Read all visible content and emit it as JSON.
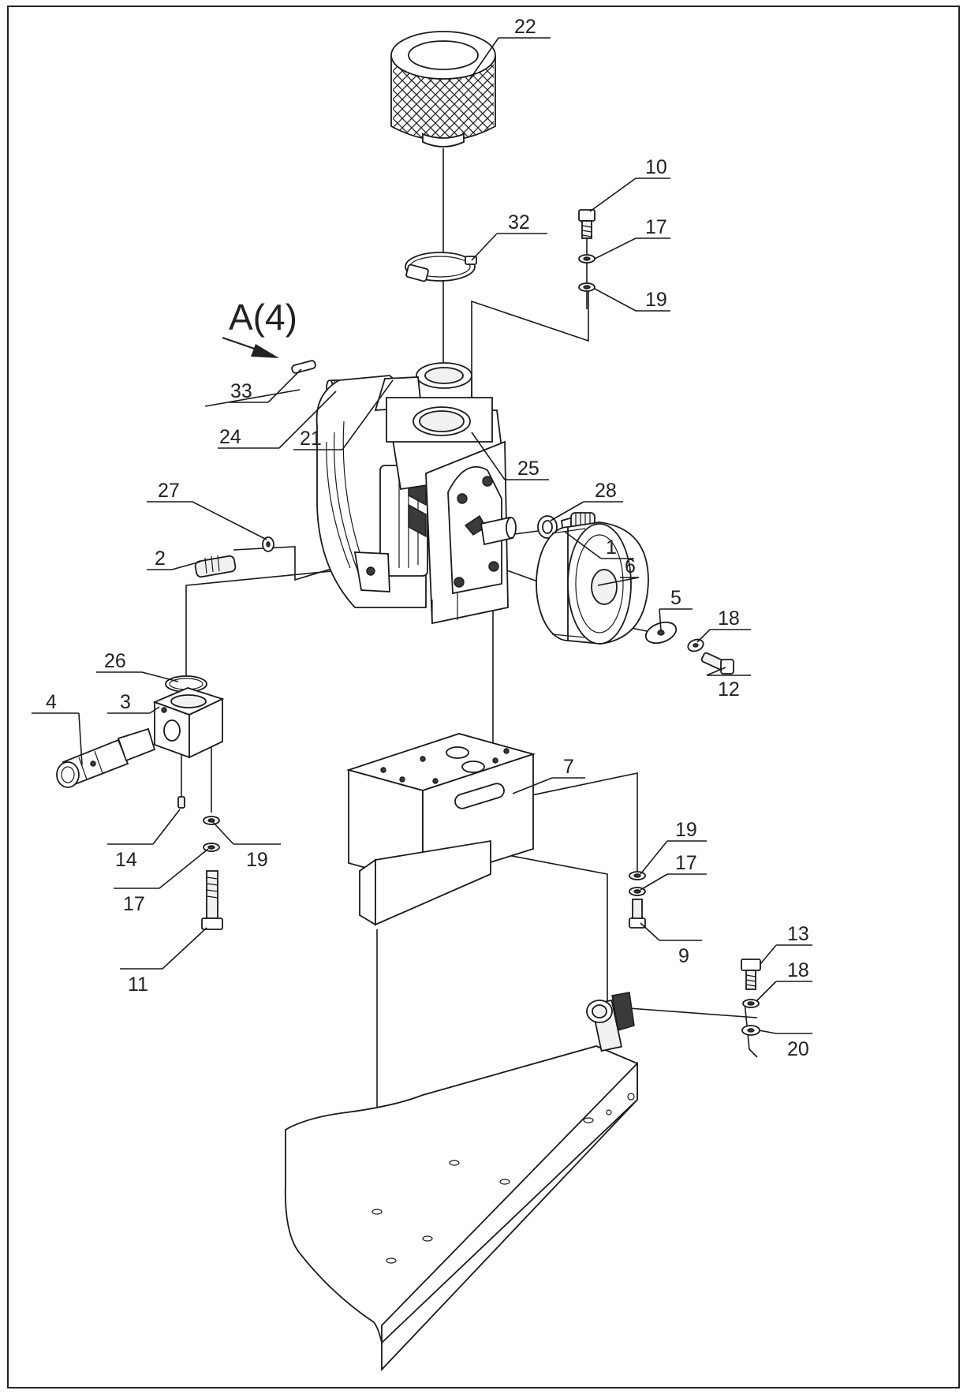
{
  "diagram": {
    "view_label": "A(4)",
    "callouts": [
      {
        "id": "callout-22",
        "text": "22"
      },
      {
        "id": "callout-10",
        "text": "10"
      },
      {
        "id": "callout-32",
        "text": "32"
      },
      {
        "id": "callout-17-top",
        "text": "17"
      },
      {
        "id": "callout-19-top",
        "text": "19"
      },
      {
        "id": "callout-33",
        "text": "33"
      },
      {
        "id": "callout-24",
        "text": "24"
      },
      {
        "id": "callout-25",
        "text": "25"
      },
      {
        "id": "callout-21",
        "text": "21"
      },
      {
        "id": "callout-27",
        "text": "27"
      },
      {
        "id": "callout-28",
        "text": "28"
      },
      {
        "id": "callout-1",
        "text": "1"
      },
      {
        "id": "callout-2",
        "text": "2"
      },
      {
        "id": "callout-6",
        "text": "6"
      },
      {
        "id": "callout-5",
        "text": "5"
      },
      {
        "id": "callout-18-mid",
        "text": "18"
      },
      {
        "id": "callout-12",
        "text": "12"
      },
      {
        "id": "callout-26",
        "text": "26"
      },
      {
        "id": "callout-4",
        "text": "4"
      },
      {
        "id": "callout-3",
        "text": "3"
      },
      {
        "id": "callout-7",
        "text": "7"
      },
      {
        "id": "callout-19-right",
        "text": "19"
      },
      {
        "id": "callout-17-right",
        "text": "17"
      },
      {
        "id": "callout-14",
        "text": "14"
      },
      {
        "id": "callout-19-left",
        "text": "19"
      },
      {
        "id": "callout-17-left",
        "text": "17"
      },
      {
        "id": "callout-9",
        "text": "9"
      },
      {
        "id": "callout-13",
        "text": "13"
      },
      {
        "id": "callout-18-bottom",
        "text": "18"
      },
      {
        "id": "callout-11",
        "text": "11"
      },
      {
        "id": "callout-20",
        "text": "20"
      }
    ]
  }
}
